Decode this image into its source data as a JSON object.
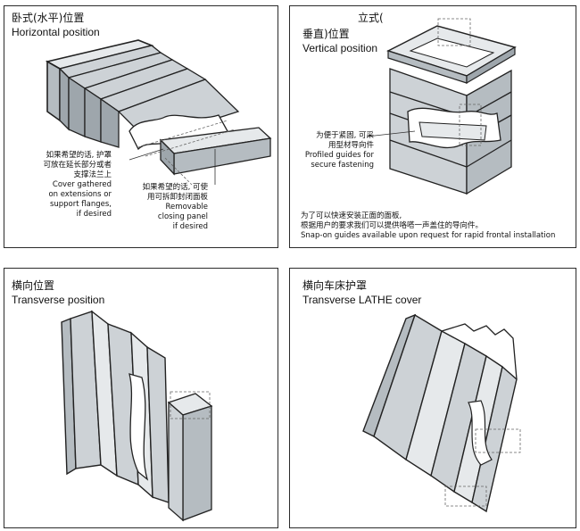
{
  "panels": [
    {
      "title_zh": "卧式(水平)位置",
      "title_en": "Horizontal position",
      "note_left_zh_1": "如果希望的话, 护罩",
      "note_left_zh_2": "可放在延长部分或者",
      "note_left_zh_3": "支撑法兰上",
      "note_left_en_1": "Cover gathered",
      "note_left_en_2": "on extensions or",
      "note_left_en_3": "support flanges,",
      "note_left_en_4": "if desired",
      "note_mid_zh_1": "如果希望的话, 可使",
      "note_mid_zh_2": "用可拆卸封闭面板",
      "note_mid_en_1": "Removable",
      "note_mid_en_2": "closing panel",
      "note_mid_en_3": "if desired"
    },
    {
      "title_zh_1": "立式(",
      "title_zh_2": "垂直)位置",
      "title_en": "Vertical position",
      "note_zh_1": "为便于紧固, 可采",
      "note_zh_2": "用型材导向件",
      "note_en_1": "Profiled guides for",
      "note_en_2": "secure fastening",
      "bottom_zh_1": "为了可以快速安装正面的面板,",
      "bottom_zh_2": "根据用户的要求我们可以提供咯嗒一声盖住的导向件。",
      "bottom_en": "Snap-on guides available upon request for rapid frontal installation"
    },
    {
      "title_zh": "横向位置",
      "title_en": "Transverse position"
    },
    {
      "title_zh": "横向车床护罩",
      "title_en": "Transverse LATHE cover"
    }
  ]
}
